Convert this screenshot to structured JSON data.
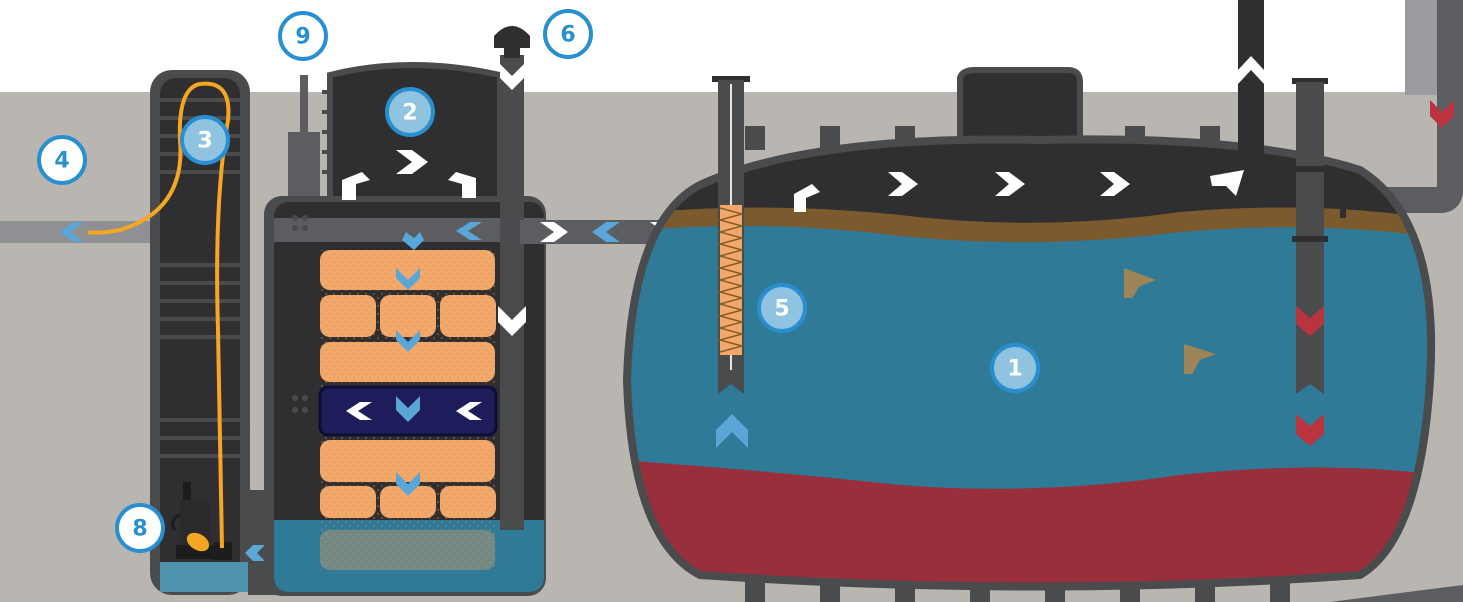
{
  "colors": {
    "ground": "#b9b5b0",
    "sky": "#ffffff",
    "tank_outline": "#4a4b4d",
    "tank_dark": "#2f2f31",
    "water_blue": "#2f7a96",
    "sludge_red": "#9a2f3c",
    "scum_brown": "#7b5a2e",
    "sponge_orange": "#f2a86b",
    "sponge_dark_band": "#1c1d5a",
    "pipe_gray": "#5c5d60",
    "badge_blue": "#2a8fd0",
    "badge_fill": "#8fc3e0",
    "hose_yellow": "#f5a623",
    "arrow_white": "#ffffff",
    "arrow_blue": "#5aa6d6",
    "arrow_red": "#b9343f",
    "arrow_tan": "#9d8459"
  },
  "callouts": [
    {
      "id": "tank",
      "label": "1"
    },
    {
      "id": "filter",
      "label": "2"
    },
    {
      "id": "hose",
      "label": "3"
    },
    {
      "id": "outlet",
      "label": "4"
    },
    {
      "id": "screen",
      "label": "5"
    },
    {
      "id": "vent",
      "label": "6"
    },
    {
      "id": "pump",
      "label": "8"
    },
    {
      "id": "riser",
      "label": "9"
    }
  ]
}
